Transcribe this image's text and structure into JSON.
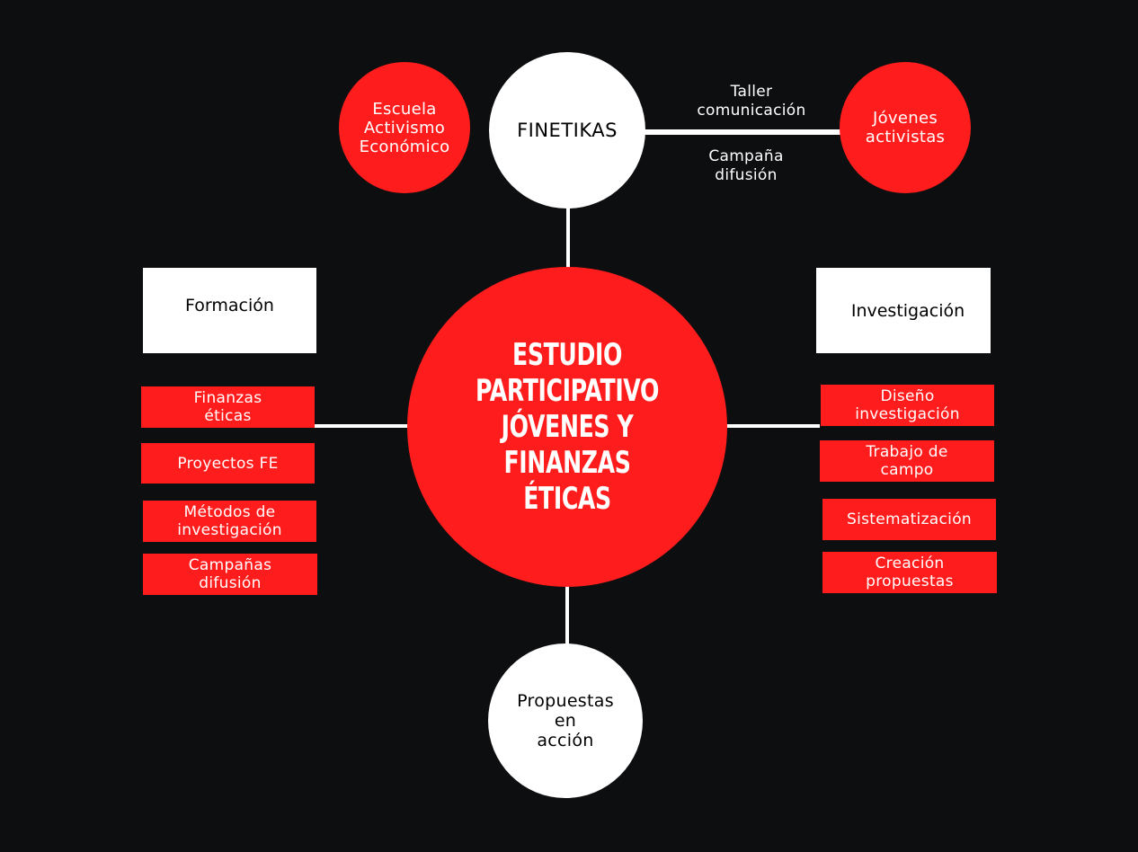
{
  "center": {
    "title": "ESTUDIO\nPARTICIPATIVO\nJÓVENES Y FINANZAS\nÉTICAS"
  },
  "top_node": {
    "label": "FINETIKAS"
  },
  "bottom_node": {
    "label": "Propuestas\nen\nacción"
  },
  "escuela_node": {
    "label": "Escuela\nActivismo\nEconómico"
  },
  "jovenes_node": {
    "label": "Jóvenes\nactivistas"
  },
  "connector_labels": {
    "above": "Taller\ncomunicación",
    "below": "Campaña\ndifusión"
  },
  "left_branch": {
    "header": "Formación",
    "items": [
      "Finanzas\néticas",
      "Proyectos FE",
      "Métodos de\ninvestigación",
      "Campañas\ndifusión"
    ]
  },
  "right_branch": {
    "header": "Investigación",
    "items": [
      "Diseño\ninvestigación",
      "Trabajo de\ncampo",
      "Sistematización",
      "Creación\npropuestas"
    ]
  },
  "colors": {
    "background": "#0d0e10",
    "accent_red": "#ff1c1c",
    "white": "#ffffff"
  }
}
